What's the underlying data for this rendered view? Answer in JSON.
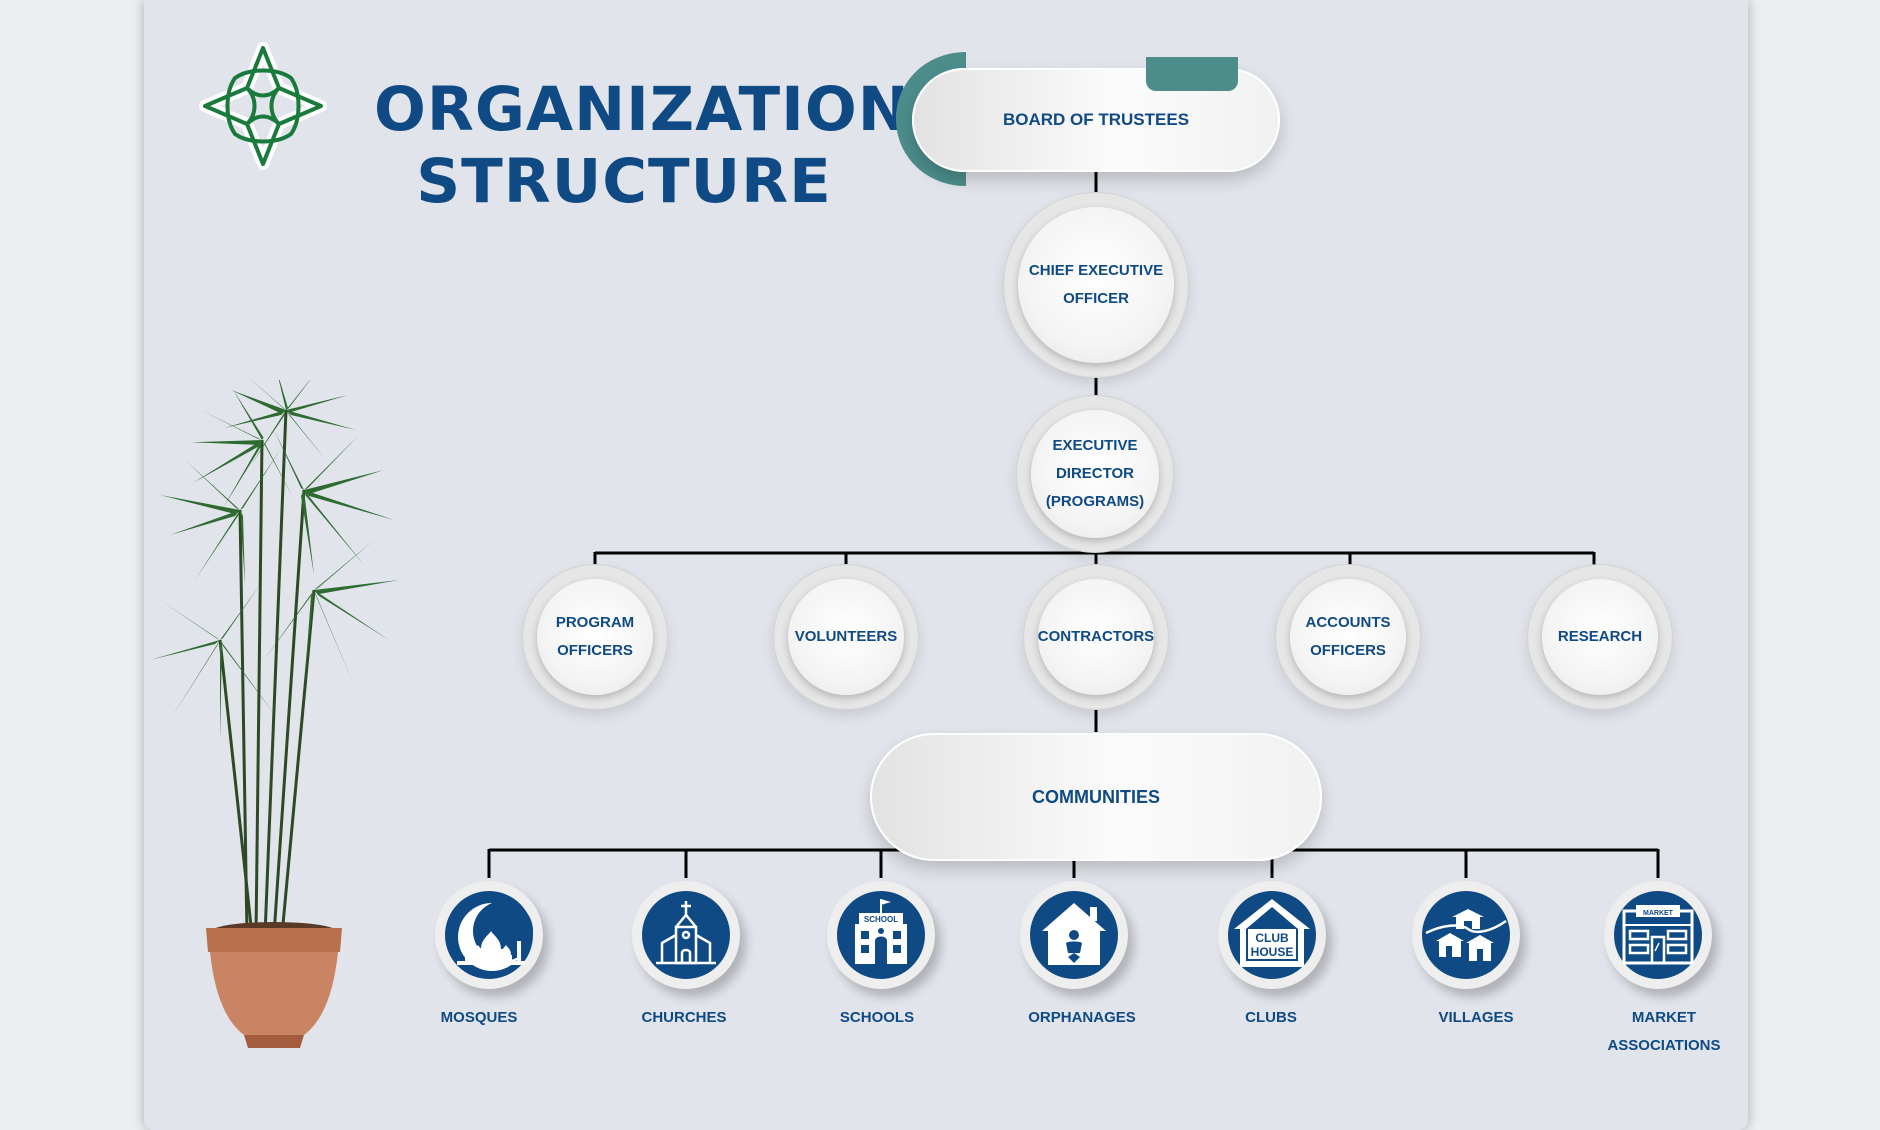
{
  "title": {
    "line1": "ORGANIZATION",
    "line2": "STRUCTURE"
  },
  "colors": {
    "primary_blue": "#0f4a85",
    "logo_green": "#1a7a3c",
    "accent_teal": "#4c8d8c",
    "background": "#e1e4eb"
  },
  "nodes": {
    "board": "BOARD OF TRUSTEES",
    "ceo": "CHIEF EXECUTIVE\nOFFICER",
    "executive_director": "EXECUTIVE\nDIRECTOR\n(PROGRAMS)",
    "departments": [
      "PROGRAM\nOFFICERS",
      "VOLUNTEERS",
      "CONTRACTORS",
      "ACCOUNTS\nOFFICERS",
      "RESEARCH"
    ],
    "communities": "COMMUNITIES",
    "community_types": [
      {
        "label": "MOSQUES",
        "icon": "mosque-icon"
      },
      {
        "label": "CHURCHES",
        "icon": "church-icon"
      },
      {
        "label": "SCHOOLS",
        "icon": "school-icon",
        "sign": "SCHOOL"
      },
      {
        "label": "ORPHANAGES",
        "icon": "orphanage-icon"
      },
      {
        "label": "CLUBS",
        "icon": "club-house-icon",
        "sign1": "CLUB",
        "sign2": "HOUSE"
      },
      {
        "label": "VILLAGES",
        "icon": "village-huts-icon"
      },
      {
        "label": "MARKET\nASSOCIATIONS",
        "icon": "market-icon",
        "sign": "MARKET"
      }
    ]
  },
  "decorations": {
    "logo": "green-knot-logo-icon",
    "plant": "potted-palm-plant-icon"
  }
}
